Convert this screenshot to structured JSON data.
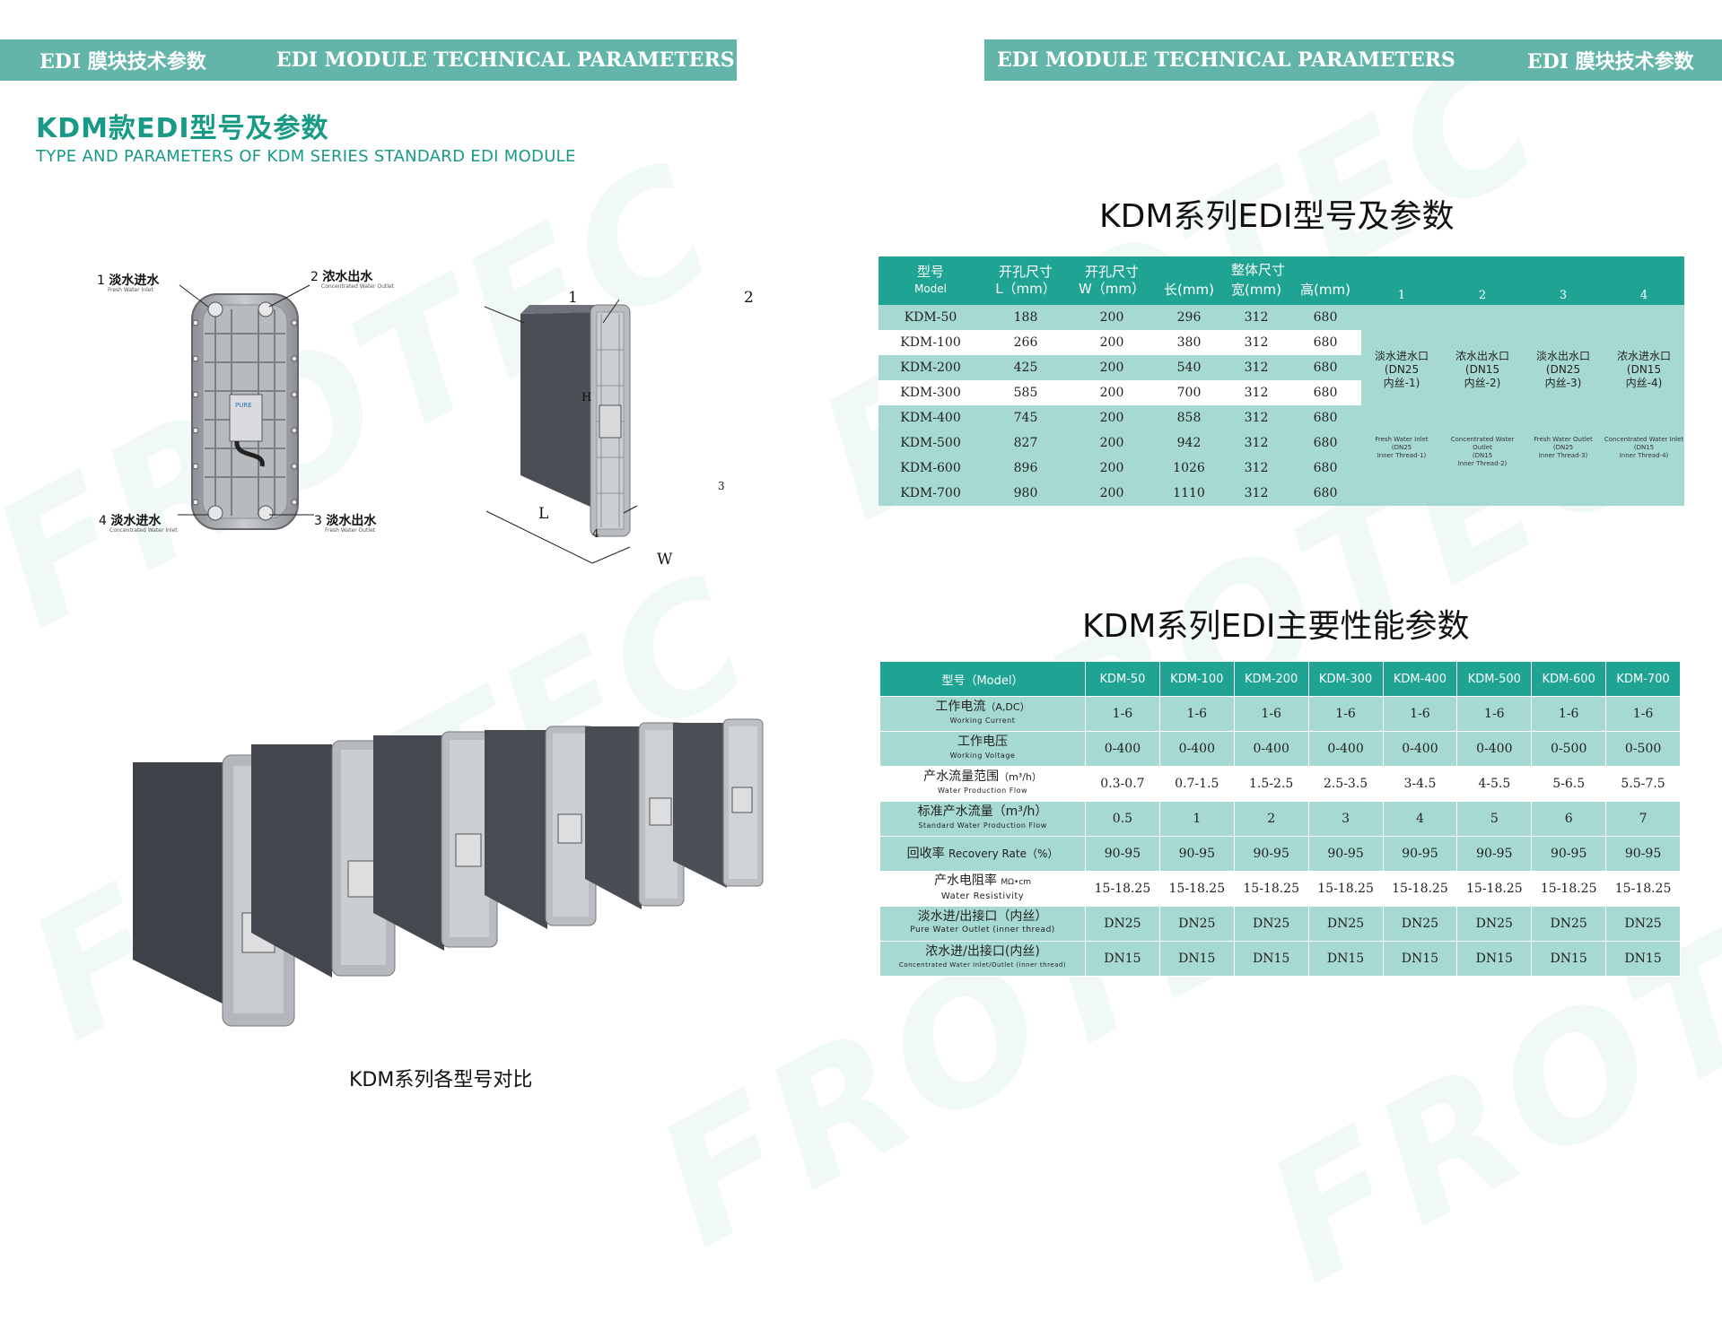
{
  "watermark": "FROTEC",
  "left_banner": {
    "cn": "EDI 膜块技术参数",
    "en": "EDI MODULE TECHNICAL PARAMETERS"
  },
  "right_banner": {
    "en": "EDI MODULE TECHNICAL PARAMETERS",
    "cn": "EDI 膜块技术参数"
  },
  "left_heading": {
    "cn": "KDM款EDI型号及参数",
    "en": "TYPE AND PARAMETERS OF KDM SERIES STANDARD EDI MODULE"
  },
  "front_view": {
    "brand": "PURE",
    "callouts": [
      {
        "num": "1",
        "cn": "淡水进水",
        "en": "Fresh Water Inlet"
      },
      {
        "num": "2",
        "cn": "浓水出水",
        "en": "Concentrated Water Outlet"
      },
      {
        "num": "4",
        "cn": "淡水进水",
        "en": "Concentrated Water Inlet"
      },
      {
        "num": "3",
        "cn": "淡水出水",
        "en": "Fresh Water Outlet"
      }
    ]
  },
  "side_view": {
    "labels": [
      "1",
      "2",
      "H",
      "3",
      "L",
      "4",
      "W"
    ]
  },
  "lineup_caption": "KDM系列各型号对比",
  "model_table": {
    "title": "KDM系列EDI型号及参数",
    "headers": {
      "model": [
        "型号",
        "Model"
      ],
      "hole_l": [
        "开孔尺寸",
        "L（mm）"
      ],
      "hole_w": [
        "开孔尺寸",
        "W（mm）"
      ],
      "overall": "整体尺寸",
      "len": "长(mm)",
      "wid": "宽(mm)",
      "hei": "高(mm)",
      "ports": [
        "1",
        "2",
        "3",
        "4"
      ]
    },
    "rows": [
      [
        "KDM-50",
        "188",
        "200",
        "296",
        "312",
        "680"
      ],
      [
        "KDM-100",
        "266",
        "200",
        "380",
        "312",
        "680"
      ],
      [
        "KDM-200",
        "425",
        "200",
        "540",
        "312",
        "680"
      ],
      [
        "KDM-300",
        "585",
        "200",
        "700",
        "312",
        "680"
      ],
      [
        "KDM-400",
        "745",
        "200",
        "858",
        "312",
        "680"
      ],
      [
        "KDM-500",
        "827",
        "200",
        "942",
        "312",
        "680"
      ],
      [
        "KDM-600",
        "896",
        "200",
        "1026",
        "312",
        "680"
      ],
      [
        "KDM-700",
        "980",
        "200",
        "1110",
        "312",
        "680"
      ]
    ],
    "ports": [
      {
        "cn1": "淡水进水口",
        "cn2": "(DN25",
        "cn3": "内丝-1)",
        "en1": "Fresh Water Inlet",
        "en2": "(DN25",
        "en3": "Inner Thread-1)"
      },
      {
        "cn1": "浓水出水口",
        "cn2": "(DN15",
        "cn3": "内丝-2)",
        "en1": "Concentrated Water Outlet",
        "en2": "(DN15",
        "en3": "Inner Thread-2)"
      },
      {
        "cn1": "淡水出水口",
        "cn2": "(DN25",
        "cn3": "内丝-3)",
        "en1": "Fresh Water Outlet",
        "en2": "(DN25",
        "en3": "Inner Thread-3)"
      },
      {
        "cn1": "浓水进水口",
        "cn2": "(DN15",
        "cn3": "内丝-4)",
        "en1": "Concentrated Water Inlet",
        "en2": "(DN15",
        "en3": "Inner Thread-4)"
      }
    ]
  },
  "perf_table": {
    "title": "KDM系列EDI主要性能参数",
    "header": [
      "型号（Model）",
      "KDM-50",
      "KDM-100",
      "KDM-200",
      "KDM-300",
      "KDM-400",
      "KDM-500",
      "KDM-600",
      "KDM-700"
    ],
    "rows": [
      {
        "cn": "工作电流",
        "unit": "（A,DC）",
        "en": "Working Current",
        "values": [
          "1-6",
          "1-6",
          "1-6",
          "1-6",
          "1-6",
          "1-6",
          "1-6",
          "1-6"
        ]
      },
      {
        "cn": "工作电压",
        "unit": "",
        "en": "Working Voltage",
        "values": [
          "0-400",
          "0-400",
          "0-400",
          "0-400",
          "0-400",
          "0-400",
          "0-500",
          "0-500"
        ]
      },
      {
        "cn": "产水流量范围",
        "unit": "（m³/h）",
        "en": "Water Production Flow",
        "values": [
          "0.3-0.7",
          "0.7-1.5",
          "1.5-2.5",
          "2.5-3.5",
          "3-4.5",
          "4-5.5",
          "5-6.5",
          "5.5-7.5"
        ]
      },
      {
        "cn": "标准产水流量（m³/h）",
        "unit": "",
        "en": "Standard Water Production Flow",
        "values": [
          "0.5",
          "1",
          "2",
          "3",
          "4",
          "5",
          "6",
          "7"
        ]
      },
      {
        "cn": "回收率",
        "unit": "Recovery Rate（%）",
        "en": "",
        "values": [
          "90-95",
          "90-95",
          "90-95",
          "90-95",
          "90-95",
          "90-95",
          "90-95",
          "90-95"
        ]
      },
      {
        "cn": "产水电阻率",
        "unit": "MΩ•cm",
        "en": "Water Resistivity",
        "values": [
          "15-18.25",
          "15-18.25",
          "15-18.25",
          "15-18.25",
          "15-18.25",
          "15-18.25",
          "15-18.25",
          "15-18.25"
        ]
      },
      {
        "cn": "淡水进/出接口（内丝）",
        "unit": "",
        "en": "Pure Water Outlet (inner thread)",
        "values": [
          "DN25",
          "DN25",
          "DN25",
          "DN25",
          "DN25",
          "DN25",
          "DN25",
          "DN25"
        ]
      },
      {
        "cn": "浓水进/出接口(内丝)",
        "unit": "",
        "en": "Concentrated Water Inlet/Outlet (inner thread)",
        "values": [
          "DN15",
          "DN15",
          "DN15",
          "DN15",
          "DN15",
          "DN15",
          "DN15",
          "DN15"
        ]
      }
    ]
  }
}
